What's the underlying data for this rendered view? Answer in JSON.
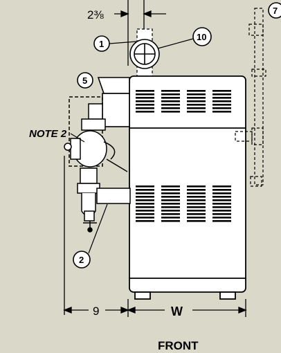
{
  "labels": {
    "dim_top": "2⅜",
    "dim_left": "9",
    "dim_width": "W",
    "note": "NOTE 2",
    "view": "FRONT"
  },
  "callouts": {
    "c1": "1",
    "c2": "2",
    "c5": "5",
    "c7": "7",
    "c10": "10"
  },
  "colors": {
    "background": "#dad8c9",
    "body": "#ffffff",
    "line": "#000000"
  }
}
